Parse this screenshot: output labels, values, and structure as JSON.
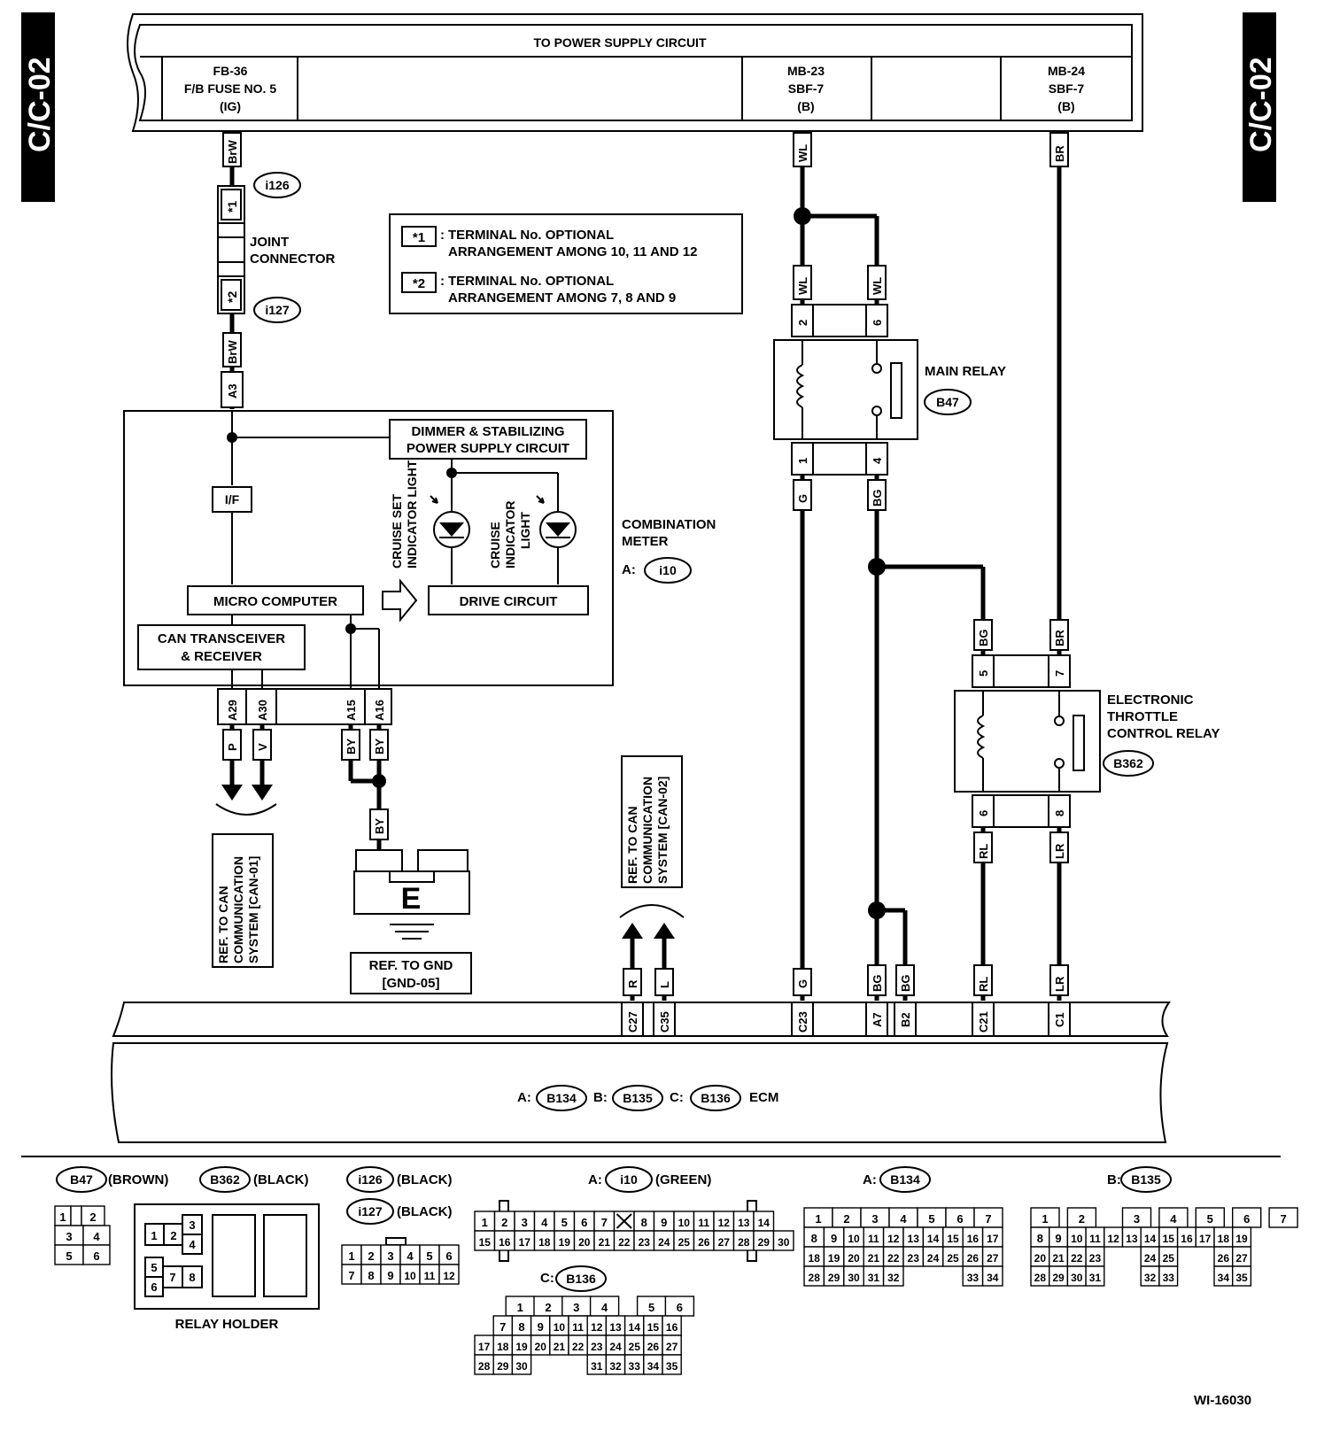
{
  "side_tab": "C/C-02",
  "power_bar": {
    "title": "TO POWER SUPPLY CIRCUIT",
    "fuse_left": [
      "FB-36",
      "F/B FUSE NO. 5",
      "(IG)"
    ],
    "fuse_mid": [
      "MB-23",
      "SBF-7",
      "(B)"
    ],
    "fuse_right": [
      "MB-24",
      "SBF-7",
      "(B)"
    ]
  },
  "wire_colors": {
    "brw": "BrW",
    "wl": "WL",
    "br": "BR",
    "g": "G",
    "bg": "BG",
    "rl": "RL",
    "lr": "LR",
    "p": "P",
    "v": "V",
    "by": "BY",
    "r": "R",
    "l": "L"
  },
  "joint": {
    "star1": "*1",
    "star2": "*2",
    "i126": "i126",
    "i127": "i127",
    "label": [
      "JOINT",
      "CONNECTOR"
    ]
  },
  "legend": {
    "star1_text": [
      "TERMINAL No. OPTIONAL",
      "ARRANGEMENT AMONG 10, 11  AND 12"
    ],
    "star2_text": [
      "TERMINAL No. OPTIONAL",
      "ARRANGEMENT AMONG 7, 8  AND 9"
    ]
  },
  "meter": {
    "dimmer": [
      "DIMMER & STABILIZING",
      "POWER SUPPLY CIRCUIT"
    ],
    "if_label": "I/F",
    "micro": "MICRO COMPUTER",
    "can": [
      "CAN TRANSCEIVER",
      "& RECEIVER"
    ],
    "drive": "DRIVE CIRCUIT",
    "cruise_set": [
      "CRUISE SET",
      "INDICATOR LIGHT"
    ],
    "cruise": [
      "CRUISE",
      "INDICATOR",
      "LIGHT"
    ],
    "name": [
      "COMBINATION",
      "METER"
    ],
    "ref_prefix": "A:",
    "ref": "i10",
    "pins": [
      "A3",
      "A29",
      "A30",
      "A15",
      "A16"
    ]
  },
  "main_relay": {
    "label": "MAIN RELAY",
    "ref": "B47",
    "pins": [
      "2",
      "6",
      "1",
      "4"
    ]
  },
  "etc_relay": {
    "label": [
      "ELECTRONIC",
      "THROTTLE",
      "CONTROL RELAY"
    ],
    "ref": "B362",
    "pins": [
      "5",
      "7",
      "6",
      "8"
    ]
  },
  "ground": {
    "letter": "E",
    "ref": [
      "REF. TO GND",
      "[GND-05]"
    ]
  },
  "can01_ref": [
    "REF. TO CAN",
    "COMMUNICATION",
    "SYSTEM [CAN-01]"
  ],
  "can02_ref": [
    "REF. TO CAN",
    "COMMUNICATION",
    "SYSTEM [CAN-02]"
  ],
  "ecm": {
    "pins": [
      "C27",
      "C35",
      "C23",
      "A7",
      "B2",
      "C21",
      "C1"
    ],
    "prefix_a": "A:",
    "ref_a": "B134",
    "prefix_b": "B:",
    "ref_b": "B135",
    "prefix_c": "C:",
    "ref_c": "B136",
    "name": "ECM"
  },
  "connectors": {
    "b47": {
      "ref": "B47",
      "color": "(BROWN)"
    },
    "b362": {
      "ref": "B362",
      "color": "(BLACK)",
      "holder": "RELAY HOLDER"
    },
    "i126": {
      "ref": "i126",
      "color": "(BLACK)"
    },
    "i127": {
      "ref": "i127",
      "color": "(BLACK)"
    },
    "i10": {
      "prefix": "A:",
      "ref": "i10",
      "color": "(GREEN)"
    },
    "b134": {
      "prefix": "A:",
      "ref": "B134"
    },
    "b135": {
      "prefix": "B:",
      "ref": "B135"
    },
    "b136": {
      "prefix": "C:",
      "ref": "B136"
    }
  },
  "grids": {
    "b47": [
      [
        "1",
        "",
        "2"
      ],
      [
        "3",
        "4"
      ],
      [
        "5",
        "6"
      ]
    ],
    "i12x": [
      [
        "1",
        "2",
        "3",
        "4",
        "5",
        "6"
      ],
      [
        "7",
        "8",
        "9",
        "10",
        "11",
        "12"
      ]
    ],
    "i10": [
      [
        "1",
        "2",
        "3",
        "4",
        "5",
        "6",
        "7",
        "",
        "8",
        "9",
        "10",
        "11",
        "12",
        "13",
        "14"
      ],
      [
        "15",
        "16",
        "17",
        "18",
        "19",
        "20",
        "21",
        "22",
        "23",
        "24",
        "25",
        "26",
        "27",
        "28",
        "29",
        "30"
      ]
    ],
    "b134": [
      [
        "1",
        "2",
        "3",
        "4",
        "5",
        "6",
        "7"
      ],
      [
        "8",
        "9",
        "10",
        "11",
        "12",
        "13",
        "14",
        "15",
        "16",
        "17"
      ],
      [
        "18",
        "19",
        "20",
        "21",
        "22",
        "23",
        "24",
        "25",
        "26",
        "27"
      ],
      [
        "28",
        "29",
        "30",
        "31",
        "32",
        "33",
        "34"
      ]
    ],
    "b135": [
      [
        "1",
        "2",
        "3",
        "4",
        "5",
        "6",
        "7"
      ],
      [
        "8",
        "9",
        "10",
        "11",
        "12",
        "13",
        "14",
        "15",
        "16",
        "17",
        "18",
        "19"
      ],
      [
        "20",
        "21",
        "22",
        "23",
        "24",
        "25",
        "26",
        "27"
      ],
      [
        "28",
        "29",
        "30",
        "31",
        "32",
        "33",
        "34",
        "35"
      ]
    ],
    "b136": [
      [
        "1",
        "2",
        "3",
        "4",
        "5",
        "6"
      ],
      [
        "7",
        "8",
        "9",
        "10",
        "11",
        "12",
        "13",
        "14",
        "15",
        "16"
      ],
      [
        "17",
        "18",
        "19",
        "20",
        "21",
        "22",
        "23",
        "24",
        "25",
        "26",
        "27"
      ],
      [
        "28",
        "29",
        "30",
        "31",
        "32",
        "33",
        "34",
        "35"
      ]
    ]
  },
  "figure_id": "WI-16030"
}
